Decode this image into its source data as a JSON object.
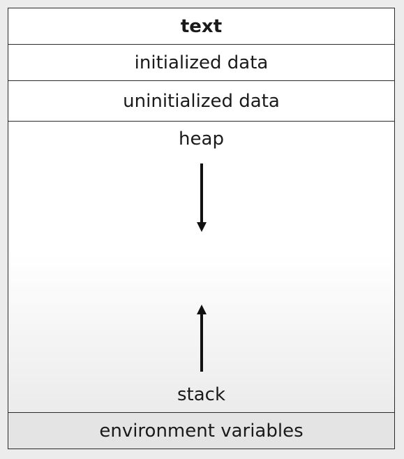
{
  "segments": {
    "text": "text",
    "initialized_data": "initialized data",
    "uninitialized_data": "uninitialized data",
    "heap": "heap",
    "stack": "stack",
    "environment_variables": "environment variables"
  },
  "arrows": {
    "heap_direction": "down",
    "stack_direction": "up",
    "color": "#111111"
  }
}
